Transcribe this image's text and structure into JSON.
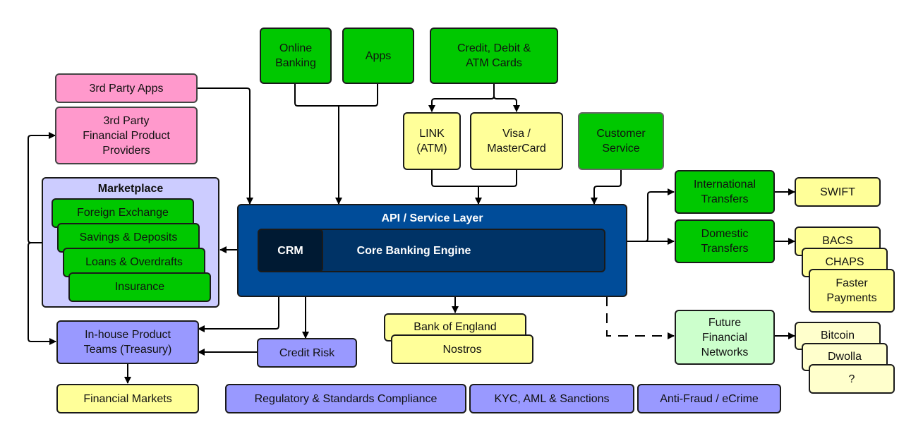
{
  "channels": {
    "online_banking": "Online\nBanking",
    "apps": "Apps",
    "cards": "Credit, Debit &\nATM Cards",
    "link_atm": "LINK\n(ATM)",
    "visa_mastercard": "Visa /\nMasterCard",
    "customer_service": "Customer\nService"
  },
  "third_party": {
    "apps": "3rd Party Apps",
    "providers": "3rd Party\nFinancial Product\nProviders"
  },
  "marketplace": {
    "title": "Marketplace",
    "items": [
      "Foreign Exchange",
      "Savings & Deposits",
      "Loans & Overdrafts",
      "Insurance"
    ]
  },
  "core": {
    "api_layer": "API / Service Layer",
    "engine": "Core Banking Engine",
    "crm": "CRM"
  },
  "transfers": {
    "international": "International\nTransfers",
    "domestic": "Domestic\nTransfers",
    "future": "Future\nFinancial\nNetworks",
    "swift": "SWIFT",
    "domestic_networks": [
      "BACS",
      "CHAPS",
      "Faster\nPayments"
    ],
    "future_networks": [
      "Bitcoin",
      "Dwolla",
      "?"
    ]
  },
  "internal": {
    "inhouse_teams": "In-house Product\nTeams (Treasury)",
    "credit_risk": "Credit Risk",
    "financial_markets": "Financial Markets",
    "bank_of_england": "Bank of England",
    "nostros": "Nostros"
  },
  "compliance": {
    "regulatory": "Regulatory & Standards Compliance",
    "kyc": "KYC, AML & Sanctions",
    "anti_fraud": "Anti-Fraud / eCrime"
  },
  "colors": {
    "channel_green": "#00c800",
    "network_yellow": "#ffff99",
    "third_party_pink": "#ff99cc",
    "internal_purple": "#9999ff",
    "marketplace_lavender": "#ccccff",
    "api_blue": "#004c99",
    "core_navy": "#003366",
    "crm_dark": "#001a33",
    "future_green": "#ccffcc"
  }
}
